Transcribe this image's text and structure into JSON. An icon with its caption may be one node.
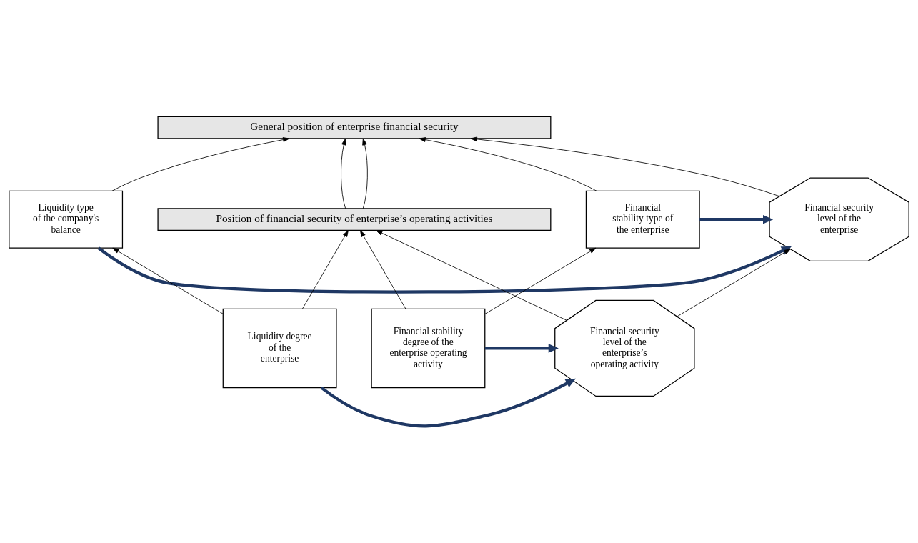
{
  "diagram": {
    "nodes": [
      {
        "text": [
          "General position of enterprise financial security"
        ]
      },
      {
        "text": [
          "Financial stability type of the enterprise"
        ]
      },
      {
        "text": [
          "Financial security level of the enterprise"
        ]
      },
      {
        "text": [
          "Liquidity type of the company's balance"
        ]
      },
      {
        "text": [
          "Financial stability degree of the enterprise operating activity"
        ]
      },
      {
        "text": [
          "Financial security level of the enterprise’s operating activity"
        ]
      },
      {
        "text": [
          "Liquidity degree of the enterprise"
        ]
      },
      {
        "text": [
          "Position of financial security of enterprise’s operating activities"
        ]
      }
    ],
    "edges": [
      {
        "from": 1,
        "to": 0,
        "arrow": "to"
      },
      {
        "from": 2,
        "to": 0,
        "arrow": "to"
      },
      {
        "from": 3,
        "to": 0,
        "arrow": "to"
      },
      {
        "from": 1,
        "to": 2,
        "arrow": "to",
        "style": "thick",
        "color": "#1f3864"
      },
      {
        "from": 3,
        "to": 2,
        "arrow": "to",
        "style": "thick",
        "color": "#1f3864"
      },
      {
        "from": 4,
        "to": 1,
        "arrow": "to"
      },
      {
        "from": 5,
        "to": 2,
        "arrow": "to"
      },
      {
        "from": 6,
        "to": 3,
        "arrow": "to"
      },
      {
        "from": 4,
        "to": 5,
        "arrow": "to",
        "style": "thick",
        "color": "#1f3864"
      },
      {
        "from": 6,
        "to": 5,
        "arrow": "to",
        "style": "thick",
        "color": "#1f3864"
      },
      {
        "from": 4,
        "to": 7,
        "arrow": "to"
      },
      {
        "from": 5,
        "to": 7,
        "arrow": "to"
      },
      {
        "from": 6,
        "to": 7,
        "arrow": "to"
      },
      {
        "from": 7,
        "to": 0,
        "arrow": "to"
      },
      {
        "from": 7,
        "to": 0,
        "arrow": "to"
      }
    ]
  }
}
